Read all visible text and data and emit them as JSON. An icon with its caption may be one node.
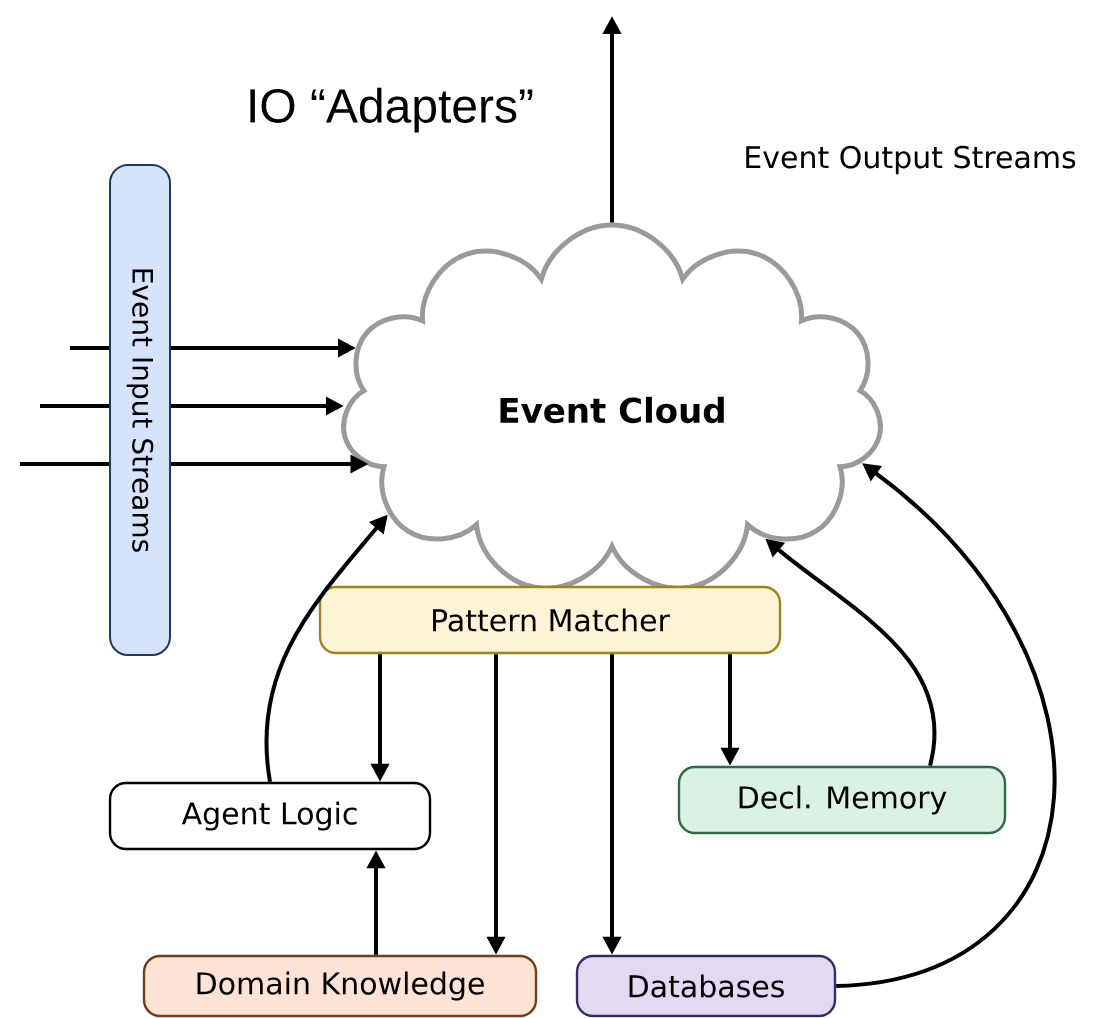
{
  "diagram": {
    "nodes": [
      {
        "text": [
          "Event Input Streams"
        ]
      },
      {
        "text": [
          "Event Cloud"
        ]
      },
      {
        "text": [
          "Pattern Matcher"
        ]
      },
      {
        "text": [
          "Agent Logic"
        ]
      },
      {
        "text": [
          "Decl. Memory"
        ]
      },
      {
        "text": [
          "Domain Knowledge"
        ]
      },
      {
        "text": [
          "Databases"
        ]
      }
    ],
    "edges": [
      {
        "from": null,
        "to": 1,
        "arrow": "to"
      },
      {
        "from": null,
        "to": 1,
        "arrow": "to"
      },
      {
        "from": null,
        "to": 1,
        "arrow": "to"
      },
      {
        "from": 1,
        "to": null,
        "arrow": "to"
      },
      {
        "from": 2,
        "to": 3,
        "arrow": "to"
      },
      {
        "from": 2,
        "to": 5,
        "arrow": "to"
      },
      {
        "from": 2,
        "to": 6,
        "arrow": "to"
      },
      {
        "from": 2,
        "to": 4,
        "arrow": "to"
      },
      {
        "from": 3,
        "to": 1,
        "arrow": "to"
      },
      {
        "from": 5,
        "to": 3,
        "arrow": "to"
      },
      {
        "from": 4,
        "to": 1,
        "arrow": "to"
      },
      {
        "from": 6,
        "to": 1,
        "arrow": "to"
      }
    ],
    "labels": [
      "IO “Adapters”",
      "Event Output Streams"
    ]
  }
}
